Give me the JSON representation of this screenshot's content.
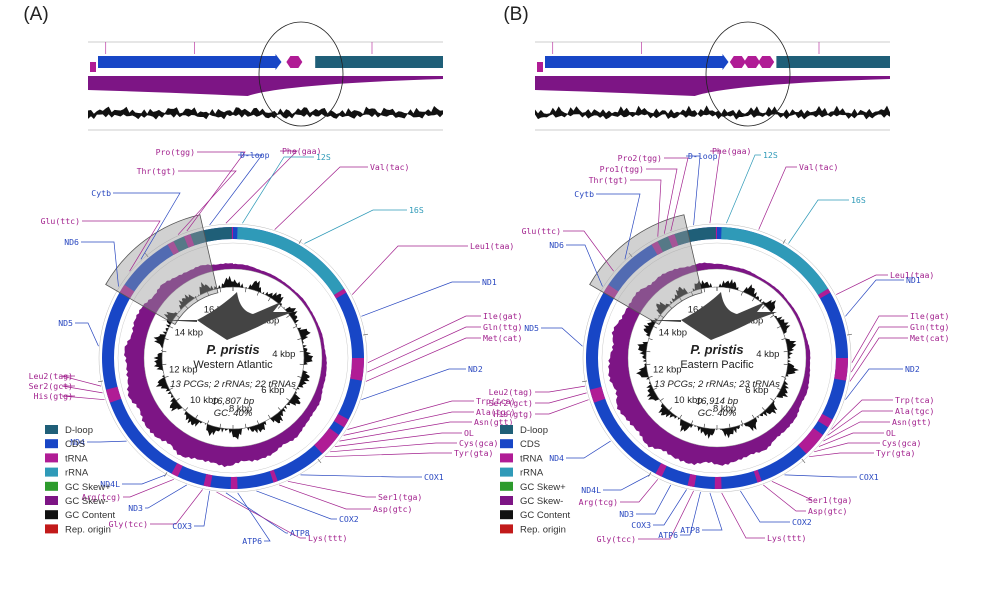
{
  "colors": {
    "dloop": "#1f5f78",
    "cds": "#1846c6",
    "trna": "#b01c95",
    "rrna": "#2f9ab8",
    "skew_pos": "#2d9b2d",
    "skew_neg": "#7d1585",
    "gc": "#111111",
    "rep": "#c21a1a",
    "trna_label": "#a2228e",
    "cds_label": "#2a48c0",
    "rrna_label": "#2f9ab8"
  },
  "legend": [
    {
      "label": "D-loop",
      "color_key": "dloop"
    },
    {
      "label": "CDS",
      "color_key": "cds"
    },
    {
      "label": "tRNA",
      "color_key": "trna"
    },
    {
      "label": "rRNA",
      "color_key": "rrna"
    },
    {
      "label": "GC Skew+",
      "color_key": "skew_pos"
    },
    {
      "label": "GC Skew-",
      "color_key": "skew_neg"
    },
    {
      "label": "GC Content",
      "color_key": "gc"
    },
    {
      "label": "Rep. origin",
      "color_key": "rep"
    }
  ],
  "kbp_ticks": [
    "2 kbp",
    "4 kbp",
    "6 kbp",
    "8 kbp",
    "10 kbp",
    "12 kbp",
    "14 kbp",
    "16 kbp"
  ],
  "panels": [
    {
      "label": "(A)",
      "species": "P. pristis",
      "region": "Western Atlantic",
      "composition": "13 PCGs; 2 rRNAs; 22 tRNAs",
      "length": "16,807 bp",
      "gc": "GC: 40%",
      "genes": [
        {
          "label": "Pro(tgg)",
          "type": "trna"
        },
        {
          "label": "Thr(tgt)",
          "type": "trna"
        },
        {
          "label": "D-loop",
          "type": "dloop"
        },
        {
          "label": "Phe(gaa)",
          "type": "trna"
        },
        {
          "label": "12S",
          "type": "rrna"
        },
        {
          "label": "Val(tac)",
          "type": "trna"
        },
        {
          "label": "16S",
          "type": "rrna"
        },
        {
          "label": "Cytb",
          "type": "cds"
        },
        {
          "label": "Glu(ttc)",
          "type": "trna"
        },
        {
          "label": "ND6",
          "type": "cds"
        },
        {
          "label": "Leu1(taa)",
          "type": "trna"
        },
        {
          "label": "ND1",
          "type": "cds"
        },
        {
          "label": "ND5",
          "type": "cds"
        },
        {
          "label": "Ile(gat)",
          "type": "trna"
        },
        {
          "label": "Gln(ttg)",
          "type": "trna"
        },
        {
          "label": "Met(cat)",
          "type": "trna"
        },
        {
          "label": "ND2",
          "type": "cds"
        },
        {
          "label": "Leu2(tag)",
          "type": "trna"
        },
        {
          "label": "Ser2(gct)",
          "type": "trna"
        },
        {
          "label": "His(gtg)",
          "type": "trna"
        },
        {
          "label": "Trp(tca)",
          "type": "trna"
        },
        {
          "label": "Ala(tgc)",
          "type": "trna"
        },
        {
          "label": "Asn(gtt)",
          "type": "trna"
        },
        {
          "label": "OL",
          "type": "trna"
        },
        {
          "label": "Cys(gca)",
          "type": "trna"
        },
        {
          "label": "Tyr(gta)",
          "type": "trna"
        },
        {
          "label": "ND4",
          "type": "cds"
        },
        {
          "label": "COX1",
          "type": "cds"
        },
        {
          "label": "ND4L",
          "type": "cds"
        },
        {
          "label": "Arg(tcg)",
          "type": "trna"
        },
        {
          "label": "ND3",
          "type": "cds"
        },
        {
          "label": "Ser1(tga)",
          "type": "trna"
        },
        {
          "label": "Asp(gtc)",
          "type": "trna"
        },
        {
          "label": "Gly(tcc)",
          "type": "trna"
        },
        {
          "label": "COX3",
          "type": "cds"
        },
        {
          "label": "COX2",
          "type": "cds"
        },
        {
          "label": "ATP8",
          "type": "cds"
        },
        {
          "label": "Lys(ttt)",
          "type": "trna"
        },
        {
          "label": "ATP6",
          "type": "cds"
        }
      ]
    },
    {
      "label": "(B)",
      "species": "P. pristis",
      "region": "Eastern Pacific",
      "composition": "13 PCGs; 2 rRNAs; 23 tRNAs",
      "length": "16,914 bp",
      "gc": "GC: 40%",
      "genes": [
        {
          "label": "Pro2(tgg)",
          "type": "trna"
        },
        {
          "label": "Pro1(tgg)",
          "type": "trna"
        },
        {
          "label": "Thr(tgt)",
          "type": "trna"
        },
        {
          "label": "D-loop",
          "type": "dloop"
        },
        {
          "label": "Phe(gaa)",
          "type": "trna"
        },
        {
          "label": "12S",
          "type": "rrna"
        },
        {
          "label": "Val(tac)",
          "type": "trna"
        },
        {
          "label": "16S",
          "type": "rrna"
        },
        {
          "label": "Cytb",
          "type": "cds"
        },
        {
          "label": "Glu(ttc)",
          "type": "trna"
        },
        {
          "label": "ND6",
          "type": "cds"
        },
        {
          "label": "Leu1(taa)",
          "type": "trna"
        },
        {
          "label": "ND1",
          "type": "cds"
        },
        {
          "label": "ND5",
          "type": "cds"
        },
        {
          "label": "Ile(gat)",
          "type": "trna"
        },
        {
          "label": "Gln(ttg)",
          "type": "trna"
        },
        {
          "label": "Met(cat)",
          "type": "trna"
        },
        {
          "label": "ND2",
          "type": "cds"
        },
        {
          "label": "Leu2(tag)",
          "type": "trna"
        },
        {
          "label": "Ser2(gct)",
          "type": "trna"
        },
        {
          "label": "His(gtg)",
          "type": "trna"
        },
        {
          "label": "Trp(tca)",
          "type": "trna"
        },
        {
          "label": "Ala(tgc)",
          "type": "trna"
        },
        {
          "label": "Asn(gtt)",
          "type": "trna"
        },
        {
          "label": "OL",
          "type": "trna"
        },
        {
          "label": "Cys(gca)",
          "type": "trna"
        },
        {
          "label": "Tyr(gta)",
          "type": "trna"
        },
        {
          "label": "ND4",
          "type": "cds"
        },
        {
          "label": "COX1",
          "type": "cds"
        },
        {
          "label": "ND4L",
          "type": "cds"
        },
        {
          "label": "Arg(tcg)",
          "type": "trna"
        },
        {
          "label": "ND3",
          "type": "cds"
        },
        {
          "label": "Ser1(tga)",
          "type": "trna"
        },
        {
          "label": "Asp(gtc)",
          "type": "trna"
        },
        {
          "label": "COX3",
          "type": "cds"
        },
        {
          "label": "Gly(tcc)",
          "type": "trna"
        },
        {
          "label": "ATP6",
          "type": "cds"
        },
        {
          "label": "ATP8",
          "type": "cds"
        },
        {
          "label": "COX2",
          "type": "cds"
        },
        {
          "label": "Lys(ttt)",
          "type": "trna"
        }
      ]
    }
  ]
}
